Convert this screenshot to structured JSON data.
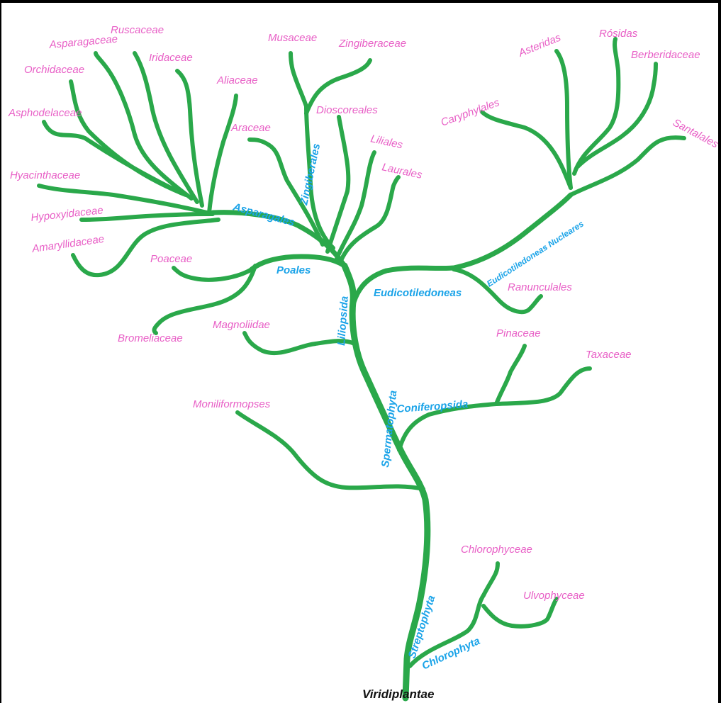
{
  "colors": {
    "branch": "#2aa84a",
    "taxon_label": "#e85fc6",
    "clade_label": "#1aa3e8",
    "root_label": "#111111"
  },
  "root": "Viridiplantae",
  "clades": {
    "streptophyta": "Streptophyta",
    "chlorophyta": "Chlorophyta",
    "spermatophyta": "Spermatophyta",
    "coniferopsida": "Coniferopsida",
    "liliopsida": "Liliopsida",
    "eudicotiledoneas": "Eudicotiledoneas",
    "eudicot_nucleares": "Eudicotiledoneas Nucleares",
    "poales": "Poales",
    "asparagales": "Asparagales",
    "zingiberales": "Zingiberales"
  },
  "taxa": {
    "chlorophyceae": "Chlorophyceae",
    "ulvophyceae": "Ulvophyceae",
    "moniliformopses": "Moniliformopses",
    "pinaceae": "Pinaceae",
    "taxaceae": "Taxaceae",
    "magnoliidae": "Magnoliidae",
    "ranunculales": "Ranunculales",
    "caryphylales": "Caryphylales",
    "asteridas": "Asteridas",
    "rosidas": "Rósidas",
    "berberidaceae": "Berberidaceae",
    "santalales": "Santalales",
    "bromeliaceae": "Bromeliaceae",
    "poaceae": "Poaceae",
    "araceae": "Araceae",
    "musaceae": "Musaceae",
    "zingiberaceae": "Zingiberaceae",
    "dioscoreales": "Dioscoreales",
    "liliales": "Liliales",
    "laurales": "Laurales",
    "aliaceae": "Aliaceae",
    "iridaceae": "Iridaceae",
    "ruscaceae": "Ruscaceae",
    "asparagaceae": "Asparagaceae",
    "orchidaceae": "Orchidaceae",
    "asphodelaceae": "Asphodelaceae",
    "hyacinthaceae": "Hyacinthaceae",
    "hypoxyidaceae": "Hypoxyidaceae",
    "amaryllidaceae": "Amaryllidaceae"
  }
}
